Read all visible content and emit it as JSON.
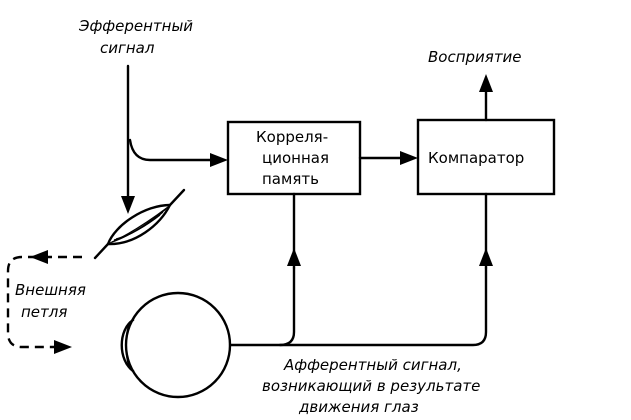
{
  "labels": {
    "efferent_line1": "Эфферентный",
    "efferent_line2": "сигнал",
    "perception": "Восприятие",
    "outer_loop_line1": "Внешняя",
    "outer_loop_line2": "петля",
    "afferent_line1": "Афферентный сигнал,",
    "afferent_line2": "возникающий в результате",
    "afferent_line3": "движения глаз"
  },
  "boxes": {
    "memory_line1": "Корреля-",
    "memory_line2": "ционная",
    "memory_line3": "память",
    "comparator": "Компаратор"
  },
  "icons": {
    "muscle": "eye-muscle-icon",
    "eye": "eyeball-icon"
  }
}
